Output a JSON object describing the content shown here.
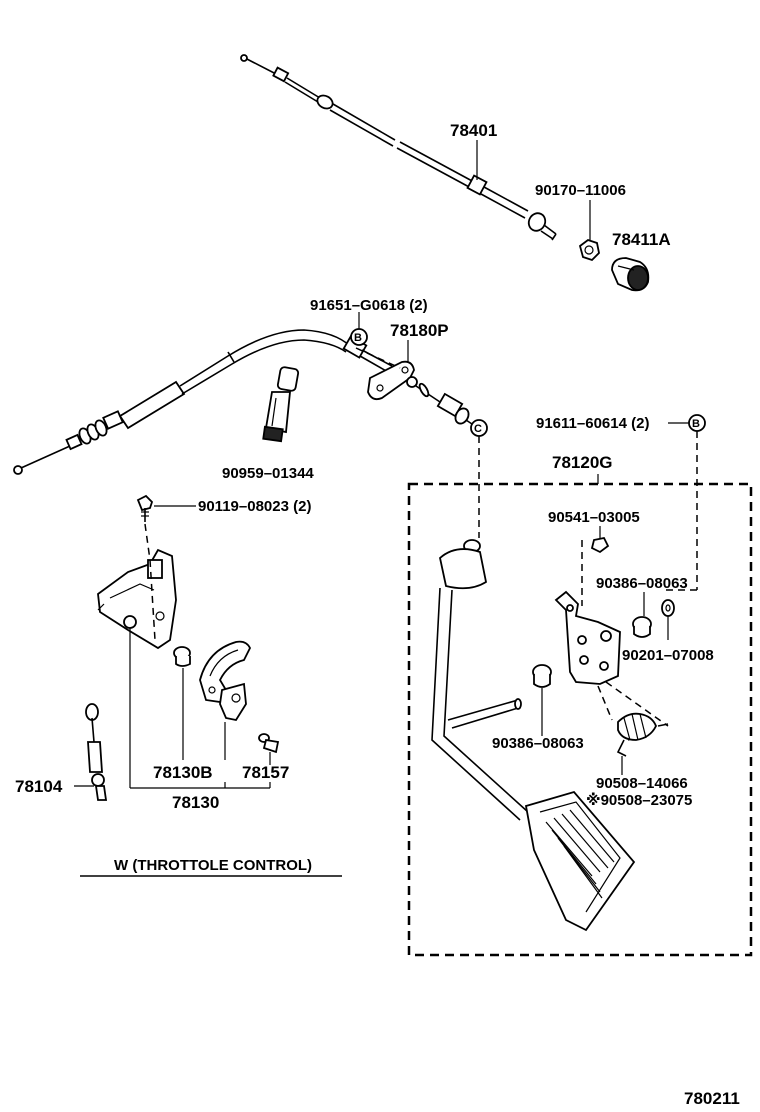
{
  "labels": {
    "p78401": "78401",
    "p90170": "90170–11006",
    "p78411a": "78411A",
    "p91651": "91651–G0618 (2)",
    "p78180p": "78180P",
    "p91611": "91611–60614 (2)",
    "p90959": "90959–01344",
    "p78120g": "78120G",
    "p90119": "90119–08023 (2)",
    "p90541": "90541–03005",
    "p90386a": "90386–08063",
    "p90201": "90201–07008",
    "p90386b": "90386–08063",
    "p90508a": "90508–14066",
    "p90508b": "※90508–23075",
    "p78104": "78104",
    "p78130b": "78130B",
    "p78157": "78157",
    "p78130": "78130",
    "section_title": "W (THROTTOLE CONTROL)",
    "figure_number": "780211",
    "marker_b": "B",
    "marker_c": "C"
  },
  "colors": {
    "ink": "#000000",
    "paper": "#ffffff"
  }
}
